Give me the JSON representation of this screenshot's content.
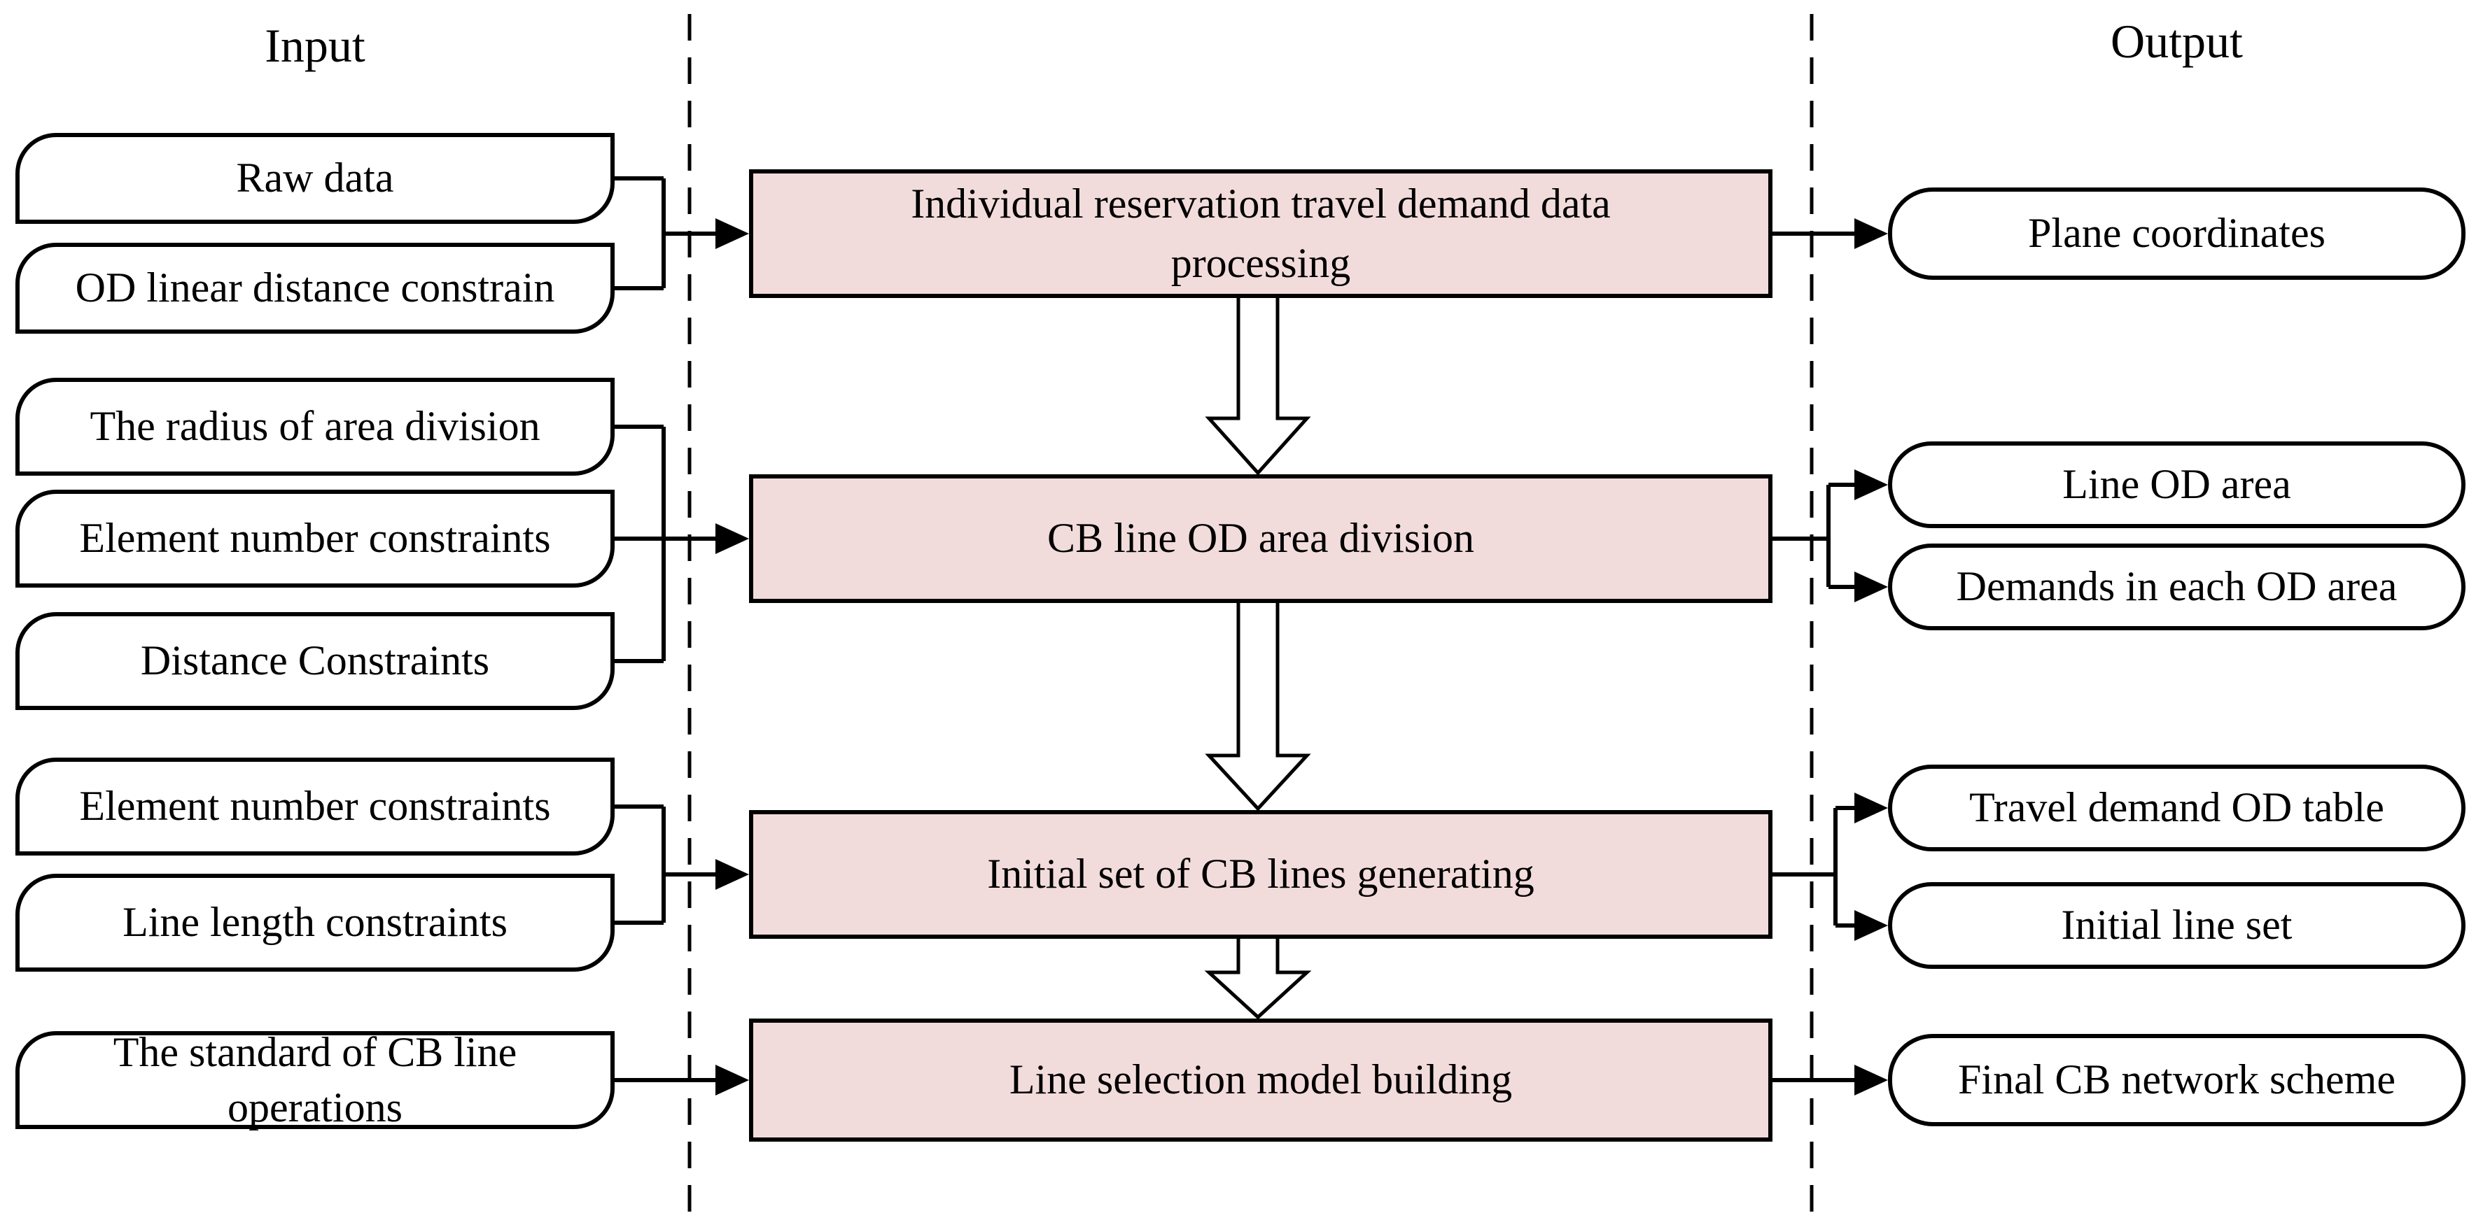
{
  "titles": {
    "input": "Input",
    "output": "Output"
  },
  "inputs": [
    {
      "label": "Raw data"
    },
    {
      "label": "OD linear distance constrain"
    },
    {
      "label": "The radius of area division"
    },
    {
      "label": "Element number constraints"
    },
    {
      "label": "Distance Constraints"
    },
    {
      "label": "Element number constraints"
    },
    {
      "label": "Line length constraints"
    },
    {
      "label": "The standard of CB line operations"
    }
  ],
  "processes": [
    {
      "label": "Individual reservation travel demand data processing"
    },
    {
      "label": "CB line OD area division"
    },
    {
      "label": "Initial set of CB lines generating"
    },
    {
      "label": "Line selection model building"
    }
  ],
  "outputs": [
    {
      "label": "Plane coordinates"
    },
    {
      "label": "Line OD area"
    },
    {
      "label": "Demands in each OD area"
    },
    {
      "label": "Travel demand OD table"
    },
    {
      "label": "Initial line set"
    },
    {
      "label": "Final CB network scheme"
    }
  ],
  "colors": {
    "process_fill": "#f2dcdb",
    "stroke": "#000000",
    "io_fill": "#ffffff"
  }
}
